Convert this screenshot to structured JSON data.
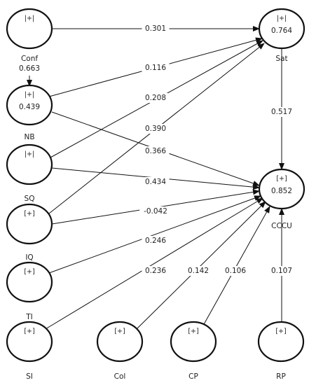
{
  "nodes": [
    {
      "id": "Conf",
      "label": "Conf",
      "tag": "|+|",
      "value": "0.663"
    },
    {
      "id": "NB",
      "label": "NB",
      "tag": "|+|",
      "value": "0.439"
    },
    {
      "id": "SQ",
      "label": "SQ",
      "tag": "|+|",
      "value": ""
    },
    {
      "id": "IQ",
      "label": "IQ",
      "tag": "[+]",
      "value": ""
    },
    {
      "id": "TI",
      "label": "TI",
      "tag": "[+]",
      "value": ""
    },
    {
      "id": "SI",
      "label": "SI",
      "tag": "[+]",
      "value": ""
    },
    {
      "id": "Col",
      "label": "Col",
      "tag": "[+]",
      "value": ""
    },
    {
      "id": "CP",
      "label": "CP",
      "tag": "[+]",
      "value": ""
    },
    {
      "id": "RP",
      "label": "RP",
      "tag": "[+]",
      "value": ""
    },
    {
      "id": "Sat",
      "label": "Sat",
      "tag": "|+|",
      "value": "0.764"
    },
    {
      "id": "CCCU",
      "label": "CCCU",
      "tag": "[+]",
      "value": "0.852"
    }
  ],
  "edges": [
    {
      "from": "Conf",
      "to": "Sat",
      "label": "0.301"
    },
    {
      "from": "Conf",
      "to": "NB",
      "label": ""
    },
    {
      "from": "NB",
      "to": "Sat",
      "label": "0.116"
    },
    {
      "from": "SQ",
      "to": "Sat",
      "label": "0.208"
    },
    {
      "from": "IQ",
      "to": "Sat",
      "label": "0.390"
    },
    {
      "from": "Sat",
      "to": "CCCU",
      "label": "0.517"
    },
    {
      "from": "NB",
      "to": "CCCU",
      "label": "0.366"
    },
    {
      "from": "SQ",
      "to": "CCCU",
      "label": "0.434"
    },
    {
      "from": "IQ",
      "to": "CCCU",
      "label": "-0.042"
    },
    {
      "from": "TI",
      "to": "CCCU",
      "label": "0.246"
    },
    {
      "from": "SI",
      "to": "CCCU",
      "label": "0.236"
    },
    {
      "from": "Col",
      "to": "CCCU",
      "label": "0.142"
    },
    {
      "from": "CP",
      "to": "CCCU",
      "label": "0.106"
    },
    {
      "from": "RP",
      "to": "CCCU",
      "label": "0.107"
    }
  ]
}
